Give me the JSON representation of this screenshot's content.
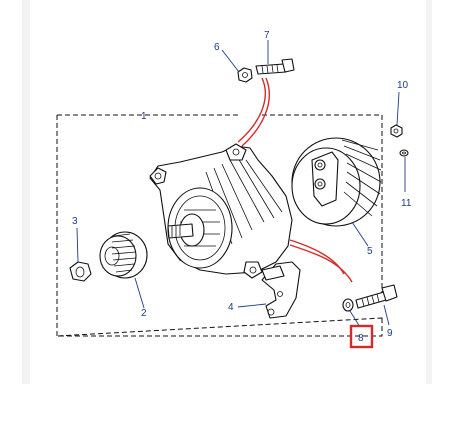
{
  "callouts": [
    {
      "id": "1",
      "label": "1"
    },
    {
      "id": "2",
      "label": "2"
    },
    {
      "id": "3",
      "label": "3"
    },
    {
      "id": "4",
      "label": "4"
    },
    {
      "id": "5",
      "label": "5"
    },
    {
      "id": "6",
      "label": "6"
    },
    {
      "id": "7",
      "label": "7"
    },
    {
      "id": "8",
      "label": "8"
    },
    {
      "id": "9",
      "label": "9"
    },
    {
      "id": "10",
      "label": "10"
    },
    {
      "id": "11",
      "label": "11"
    }
  ],
  "highlighted_callout": "8",
  "colors": {
    "background_panel": "#f3f3f3",
    "label_blue": "#1f3a8a",
    "highlight_red": "#d42a2a",
    "line_black": "#111111"
  }
}
